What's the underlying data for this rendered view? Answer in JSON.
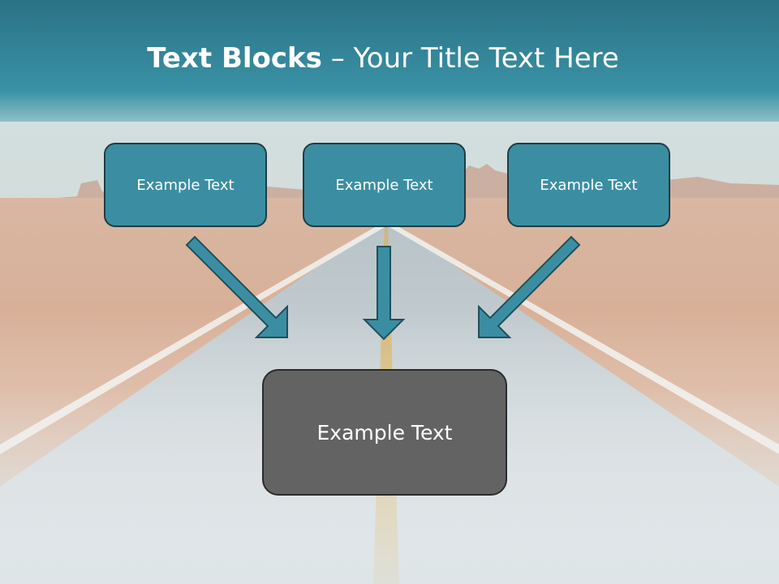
{
  "title": {
    "bold": "Text Blocks",
    "dash": "–",
    "rest": "Your Title Text Here"
  },
  "blocks": [
    {
      "label": "Example Text"
    },
    {
      "label": "Example Text"
    },
    {
      "label": "Example Text"
    }
  ],
  "main_block": {
    "label": "Example Text"
  },
  "colors": {
    "header": "#2f8397",
    "block_fill": "#3b8ea2",
    "main_fill": "#636363",
    "arrow_fill": "#3b8ea2",
    "arrow_stroke": "#1f4f5b"
  }
}
